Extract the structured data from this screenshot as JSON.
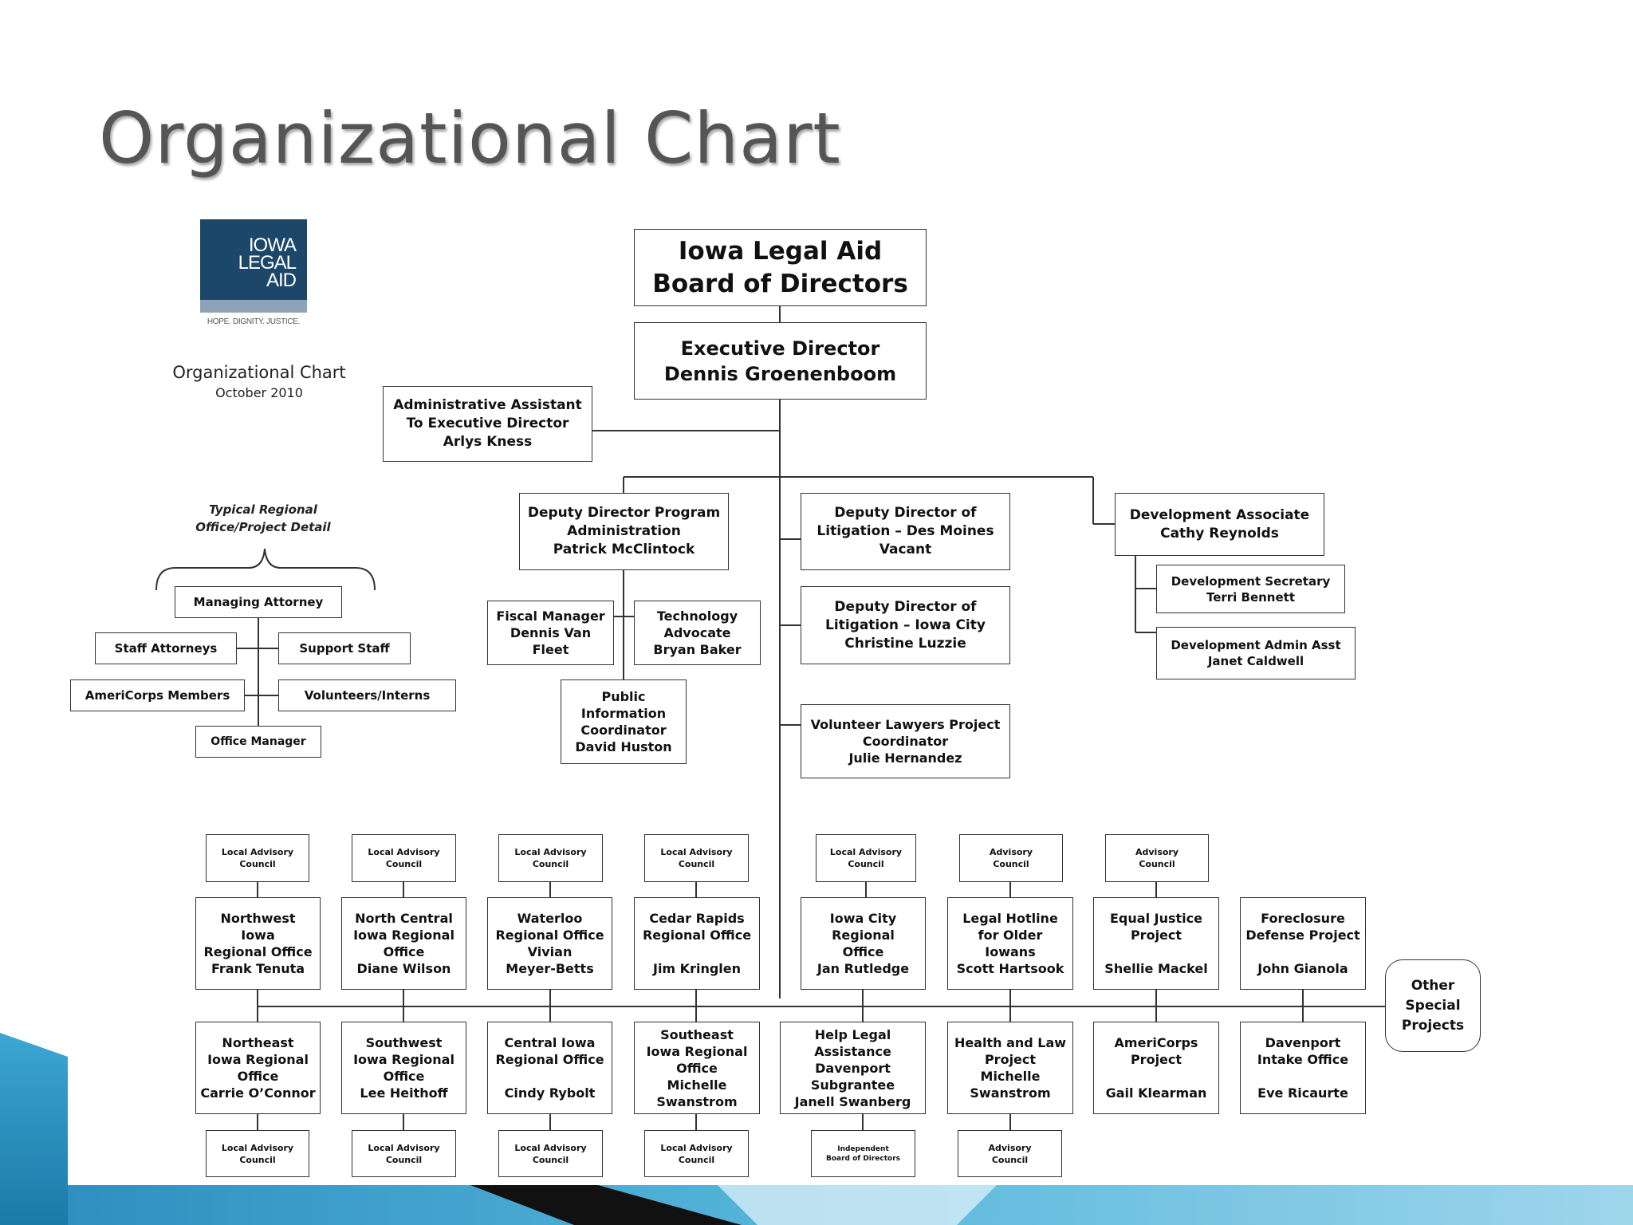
{
  "slide_title": "Organizational Chart",
  "logo": {
    "line1": "IOWA",
    "line2": "LEGAL",
    "line3": "AID",
    "tagline": "HOPE. DIGNITY. JUSTICE.",
    "color": "#1c4769"
  },
  "subtitle": "Organizational Chart",
  "date": "October 2010",
  "typical_label": "Typical Regional\nOffice/Project Detail",
  "other_special_projects": "Other\nSpecial\nProjects",
  "colors": {
    "line": "#333333",
    "title": "#555555",
    "accent_blue": "#1c4769",
    "footer_blue": "#3aa0cc"
  },
  "boxes": [
    {
      "name": "board-of-directors-box",
      "text": "Iowa Legal Aid\nBoard of Directors"
    },
    {
      "name": "executive-director-box",
      "text": "Executive Director\nDennis Groenenboom"
    },
    {
      "name": "administrative-assistant-box",
      "text": "Administrative Assistant\nTo Executive Director\nArlys Kness"
    },
    {
      "name": "deputy-director-program-box",
      "text": "Deputy Director Program\nAdministration\nPatrick McClintock"
    },
    {
      "name": "deputy-director-litigation-des-moines-box",
      "text": "Deputy Director of\nLitigation – Des Moines\nVacant"
    },
    {
      "name": "development-associate-box",
      "text": "Development Associate\nCathy Reynolds"
    },
    {
      "name": "development-secretary-box",
      "text": "Development Secretary\nTerri Bennett"
    },
    {
      "name": "development-admin-asst-box",
      "text": "Development Admin Asst\nJanet Caldwell"
    },
    {
      "name": "fiscal-manager-box",
      "text": "Fiscal Manager\nDennis Van\nFleet"
    },
    {
      "name": "technology-advocate-box",
      "text": "Technology\nAdvocate\nBryan Baker"
    },
    {
      "name": "public-information-coordinator-box",
      "text": "Public\nInformation\nCoordinator\nDavid Huston"
    },
    {
      "name": "deputy-director-litigation-iowa-city-box",
      "text": "Deputy Director of\nLitigation – Iowa City\nChristine Luzzie"
    },
    {
      "name": "volunteer-lawyers-project-box",
      "text": "Volunteer Lawyers Project\nCoordinator\nJulie Hernandez"
    },
    {
      "name": "managing-attorney-box",
      "text": "Managing  Attorney"
    },
    {
      "name": "staff-attorneys-box",
      "text": "Staff Attorneys"
    },
    {
      "name": "support-staff-box",
      "text": "Support Staff"
    },
    {
      "name": "americorps-members-box",
      "text": "AmeriCorps Members"
    },
    {
      "name": "volunteers-interns-box",
      "text": "Volunteers/Interns"
    },
    {
      "name": "office-manager-box",
      "text": "Office Manager"
    },
    {
      "name": "council-top-1",
      "text": "Local Advisory\nCouncil"
    },
    {
      "name": "council-top-2",
      "text": "Local Advisory\nCouncil"
    },
    {
      "name": "council-top-3",
      "text": "Local Advisory\nCouncil"
    },
    {
      "name": "council-top-4",
      "text": "Local Advisory\nCouncil"
    },
    {
      "name": "council-top-5",
      "text": "Local Advisory\nCouncil"
    },
    {
      "name": "council-top-6",
      "text": "Advisory\nCouncil"
    },
    {
      "name": "council-top-7",
      "text": "Advisory\nCouncil"
    },
    {
      "name": "northwest-iowa-office-box",
      "text": "Northwest\nIowa\nRegional Office\nFrank Tenuta"
    },
    {
      "name": "north-central-iowa-office-box",
      "text": "North Central\nIowa Regional\nOffice\nDiane Wilson"
    },
    {
      "name": "waterloo-office-box",
      "text": "Waterloo\nRegional Office\nVivian\nMeyer-Betts"
    },
    {
      "name": "cedar-rapids-office-box",
      "text": "Cedar Rapids\nRegional Office\n\nJim Kringlen"
    },
    {
      "name": "iowa-city-office-box",
      "text": "Iowa City\nRegional\nOffice\nJan Rutledge"
    },
    {
      "name": "legal-hotline-older-iowans-box",
      "text": "Legal Hotline\nfor Older\nIowans\nScott Hartsook"
    },
    {
      "name": "equal-justice-project-box",
      "text": "Equal Justice\nProject\n\nShellie Mackel"
    },
    {
      "name": "foreclosure-defense-project-box",
      "text": "Foreclosure\nDefense Project\n\nJohn Gianola"
    },
    {
      "name": "northeast-iowa-office-box",
      "text": "Northeast\nIowa Regional\nOffice\nCarrie O’Connor"
    },
    {
      "name": "southwest-iowa-office-box",
      "text": "Southwest\nIowa Regional\nOffice\nLee Heithoff"
    },
    {
      "name": "central-iowa-office-box",
      "text": "Central Iowa\nRegional Office\n\nCindy Rybolt"
    },
    {
      "name": "southeast-iowa-office-box",
      "text": "Southeast\nIowa Regional\nOffice\nMichelle\nSwanstrom"
    },
    {
      "name": "help-legal-assistance-davenport-box",
      "text": "Help Legal\nAssistance\nDavenport\nSubgrantee\nJanell Swanberg"
    },
    {
      "name": "health-and-law-project-box",
      "text": "Health and Law\nProject\nMichelle\nSwanstrom"
    },
    {
      "name": "americorps-project-box",
      "text": "AmeriCorps\nProject\n\nGail Klearman"
    },
    {
      "name": "davenport-intake-office-box",
      "text": "Davenport\nIntake Office\n\nEve Ricaurte"
    },
    {
      "name": "council-bottom-1",
      "text": "Local Advisory\nCouncil"
    },
    {
      "name": "council-bottom-2",
      "text": "Local Advisory\nCouncil"
    },
    {
      "name": "council-bottom-3",
      "text": "Local Advisory\nCouncil"
    },
    {
      "name": "council-bottom-4",
      "text": "Local Advisory\nCouncil"
    },
    {
      "name": "council-bottom-5",
      "text": "Independent\nBoard of Directors"
    },
    {
      "name": "council-bottom-6",
      "text": "Advisory\nCouncil"
    }
  ]
}
